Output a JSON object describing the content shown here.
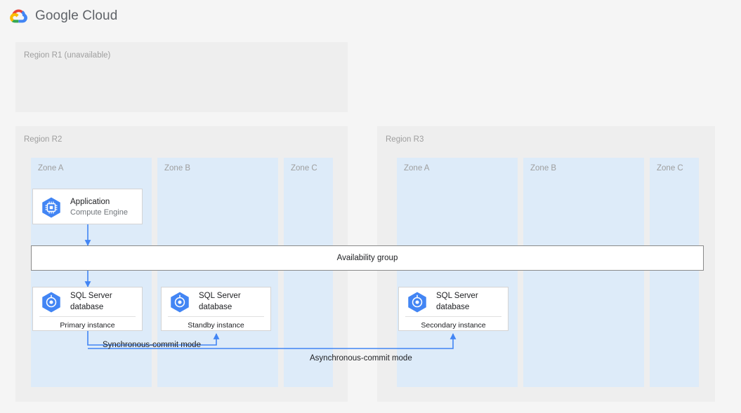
{
  "header": {
    "brand": "Google Cloud",
    "logo_icon": "google-cloud-logo-icon"
  },
  "colors": {
    "page_bg": "#f5f5f5",
    "region_bg": "#eeeeee",
    "zone_bg": "#ddebf9",
    "card_bg": "#ffffff",
    "card_border": "#d4d4d4",
    "connector_blue": "#4285f4",
    "icon_blue": "#4285f4",
    "label_grey": "#9e9e9e",
    "text_dark": "#202124"
  },
  "regions": [
    {
      "id": "r1",
      "label": "Region R1 (unavailable)",
      "zones": []
    },
    {
      "id": "r2",
      "label": "Region R2",
      "zones": [
        {
          "id": "r2-zone-a",
          "label": "Zone A"
        },
        {
          "id": "r2-zone-b",
          "label": "Zone B"
        },
        {
          "id": "r2-zone-c",
          "label": "Zone C"
        }
      ]
    },
    {
      "id": "r3",
      "label": "Region R3",
      "zones": [
        {
          "id": "r3-zone-a",
          "label": "Zone A"
        },
        {
          "id": "r3-zone-b",
          "label": "Zone B"
        },
        {
          "id": "r3-zone-c",
          "label": "Zone C"
        }
      ]
    }
  ],
  "nodes": {
    "application": {
      "title": "Application",
      "subtitle": "Compute Engine",
      "icon": "compute-engine-icon",
      "zone": "Region R2 / Zone A"
    },
    "primary_db": {
      "title": "SQL Server\ndatabase",
      "role": "Primary instance",
      "icon": "sql-server-database-icon",
      "zone": "Region R2 / Zone A"
    },
    "standby_db": {
      "title": "SQL Server\ndatabase",
      "role": "Standby instance",
      "icon": "sql-server-database-icon",
      "zone": "Region R2 / Zone B"
    },
    "secondary_db": {
      "title": "SQL Server\ndatabase",
      "role": "Secondary instance",
      "icon": "sql-server-database-icon",
      "zone": "Region R3 / Zone A"
    }
  },
  "availability_group": {
    "label": "Availability group"
  },
  "connectors": {
    "app_to_ag": {
      "label": "",
      "from": "application",
      "to": "availability-group"
    },
    "ag_to_primary": {
      "label": "",
      "from": "availability-group",
      "to": "primary_db"
    },
    "sync": {
      "label": "Synchronous-commit mode",
      "from": "primary_db",
      "to": "standby_db"
    },
    "async": {
      "label": "Asynchronous-commit mode",
      "from": "primary_db",
      "to": "secondary_db"
    }
  }
}
